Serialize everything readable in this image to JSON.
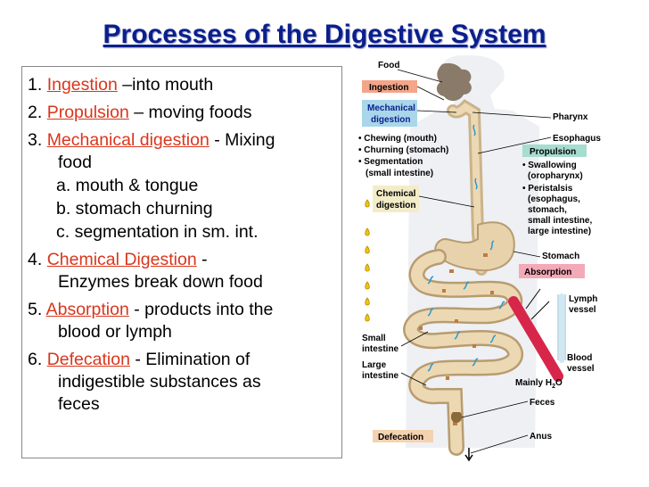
{
  "title": "Processes of the Digestive System",
  "list": [
    {
      "num": "1.",
      "term": "Ingestion",
      "rest": " –into mouth"
    },
    {
      "num": "2.",
      "term": "Propulsion",
      "rest": " – moving foods"
    },
    {
      "num": "3.",
      "term": "Mechanical digestion",
      "rest": " - Mixing",
      "cont": "food",
      "subs": [
        "a. mouth & tongue",
        "b. stomach churning",
        "c. segmentation in sm. int."
      ]
    },
    {
      "num": "4.",
      "term": "Chemical Digestion",
      "rest": " -",
      "cont": "Enzymes break down food"
    },
    {
      "num": "5.",
      "term": "Absorption",
      "rest": " - products into the",
      "cont": "blood or lymph"
    },
    {
      "num": "6.",
      "term": "Defecation",
      "rest": " - Elimination of",
      "cont": "indigestible substances as",
      "cont2": "feces"
    }
  ],
  "diagram": {
    "food": "Food",
    "ingestion": "Ingestion",
    "mechanical_1": "Mechanical",
    "mechanical_2": "digestion",
    "mech_items": [
      "• Chewing (mouth)",
      "• Churning (stomach)",
      "• Segmentation",
      "  (small intestine)"
    ],
    "chemical_1": "Chemical",
    "chemical_2": "digestion",
    "pharynx": "Pharynx",
    "esophagus": "Esophagus",
    "propulsion": "Propulsion",
    "prop_items": [
      "• Swallowing",
      "  (oropharynx)",
      "• Peristalsis",
      "  (esophagus,",
      "  stomach,",
      "  small intestine,",
      "  large intestine)"
    ],
    "stomach": "Stomach",
    "absorption": "Absorption",
    "lymph_1": "Lymph",
    "lymph_2": "vessel",
    "small_1": "Small",
    "small_2": "intestine",
    "large_1": "Large",
    "large_2": "intestine",
    "blood_1": "Blood",
    "blood_2": "vessel",
    "mainly": "Mainly H",
    "h2o_sub": "2",
    "h2o_o": "O",
    "feces": "Feces",
    "anus": "Anus",
    "defecation": "Defecation",
    "colors": {
      "ingestion": "#f4a58a",
      "mechanical": "#a9d6ea",
      "propulsion": "#a7dcd0",
      "absorption": "#f4a9b7",
      "defecation": "#f4d2b0",
      "gut": "#e8d2ac",
      "blood": "#d7264a",
      "lymph": "#cfe8f2"
    }
  }
}
